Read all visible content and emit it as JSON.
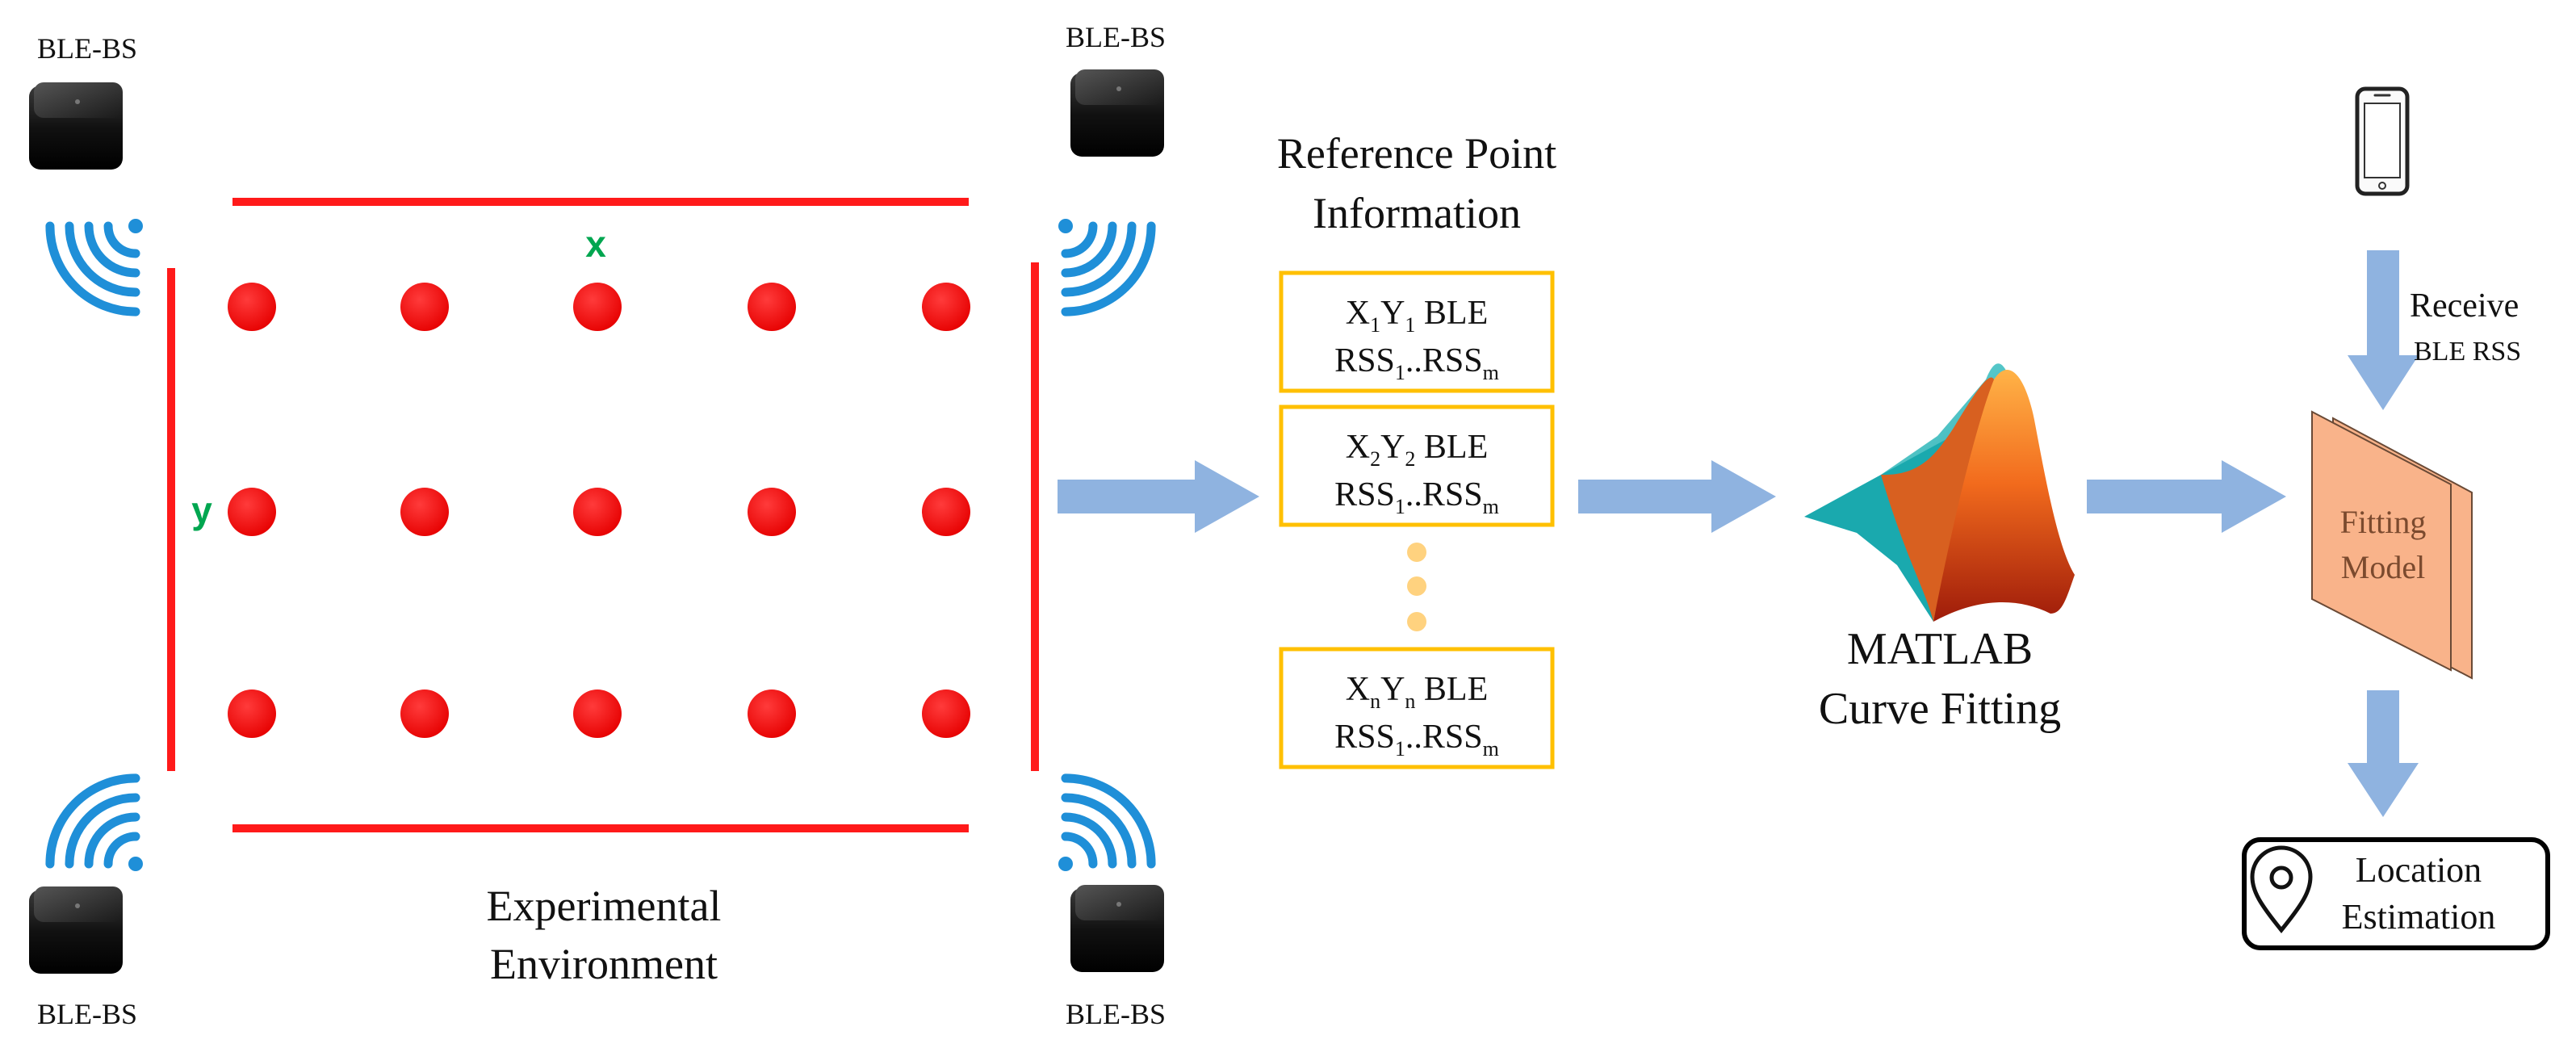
{
  "labels": {
    "bs_top_left": "BLE-BS",
    "bs_top_right": "BLE-BS",
    "bs_bottom_left": "BLE-BS",
    "bs_bottom_right": "BLE-BS",
    "axis_x": "x",
    "axis_y": "y",
    "environment_line1": "Experimental",
    "environment_line2": "Environment",
    "ref_title_line1": "Reference Point",
    "ref_title_line2": "Information",
    "matlab_line1": "MATLAB",
    "matlab_line2": "Curve Fitting",
    "receive_line1": "Receive",
    "receive_line2": "BLE RSS",
    "model_line1": "Fitting",
    "model_line2": "Model",
    "location_line1": "Location",
    "location_line2": "Estimation"
  },
  "ref_boxes": [
    {
      "x": "X",
      "xsub": "1",
      "y": "Y",
      "ysub": "1",
      "ble": "BLE",
      "rss_a": "RSS",
      "rss_a_sub": "1",
      "dots": "..",
      "rss_b": "RSS",
      "rss_b_sub": "m"
    },
    {
      "x": "X",
      "xsub": "2",
      "y": "Y",
      "ysub": "2",
      "ble": "BLE",
      "rss_a": "RSS",
      "rss_a_sub": "1",
      "dots": "..",
      "rss_b": "RSS",
      "rss_b_sub": "m"
    },
    {
      "x": "X",
      "xsub": "n",
      "y": "Y",
      "ysub": "n",
      "ble": "BLE",
      "rss_a": "RSS",
      "rss_a_sub": "1",
      "dots": "..",
      "rss_b": "RSS",
      "rss_b_sub": "m"
    }
  ],
  "colors": {
    "environment_border": "#ff1a1a",
    "reference_point": "#ff0000",
    "axis_label": "#00a650",
    "box_border": "#ffc000",
    "ellipsis_dot": "#ffd27f",
    "flow_arrow": "#8fb3e0",
    "model_fill": "#f9b38a",
    "signal_waves": "#1f8fd8"
  },
  "icons": {
    "base_station": "ble-base-station-icon",
    "signal": "wifi-signal-icon",
    "phone": "smartphone-icon",
    "matlab": "matlab-logo-icon",
    "location": "location-pin-icon"
  }
}
